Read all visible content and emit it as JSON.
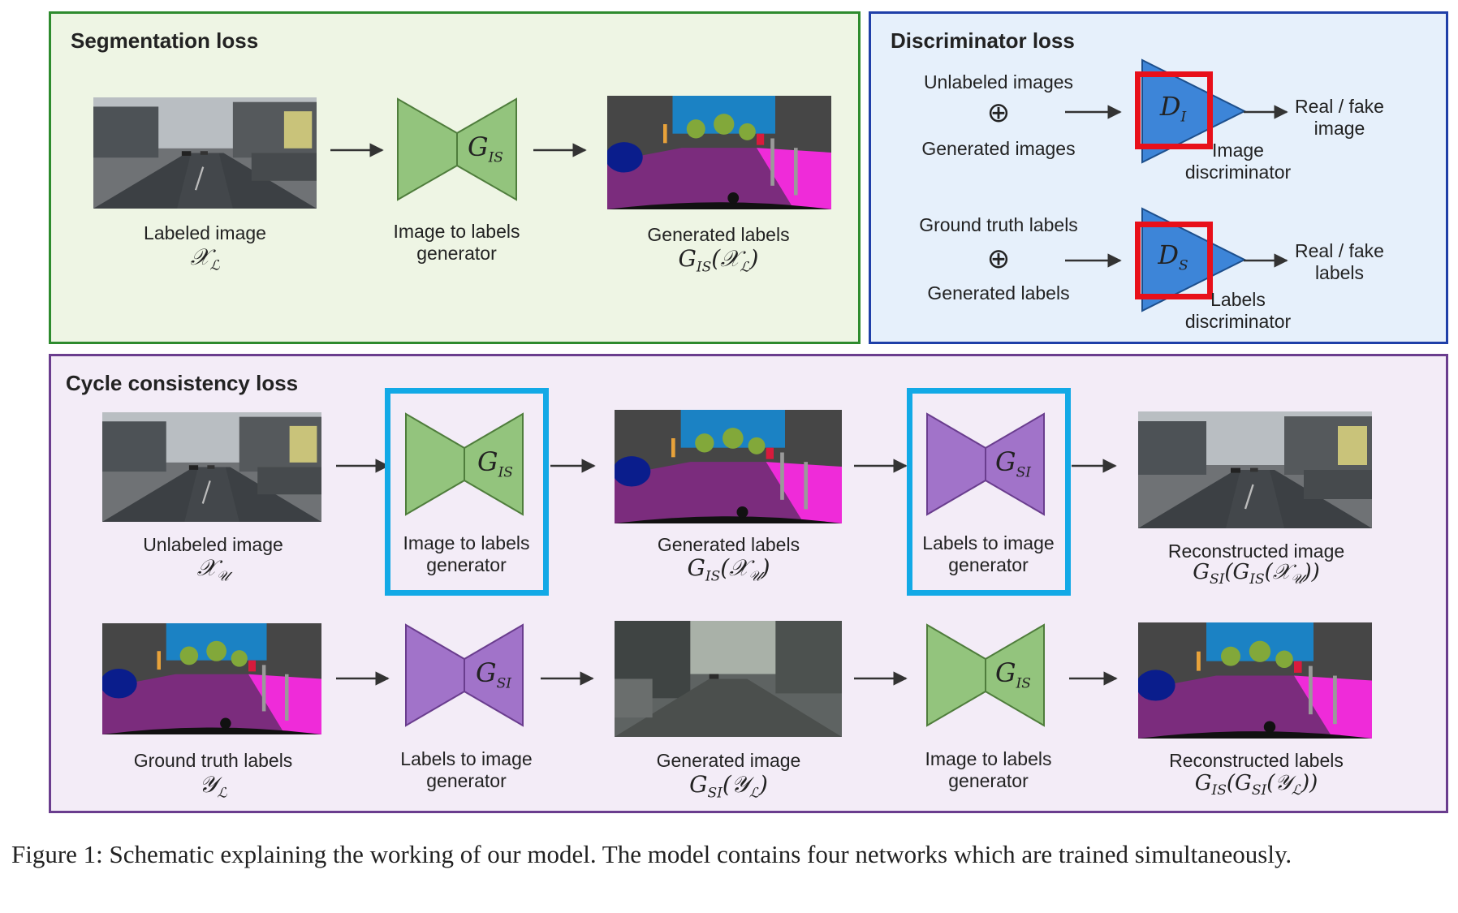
{
  "segmentation": {
    "title": "Segmentation loss",
    "input_label": "Labeled image",
    "input_math": "𝒳",
    "input_math_sub": "ℒ",
    "gen_label": "Image to labels\ngenerator",
    "gen_math": "G",
    "gen_math_sub": "IS",
    "output_label": "Generated labels",
    "output_math": "G",
    "output_math_sub": "IS",
    "output_math_arg": "(𝒳",
    "output_math_arg_sub": "ℒ",
    "output_math_close": ")"
  },
  "discriminator": {
    "title": "Discriminator loss",
    "row1_top": "Unlabeled images",
    "row1_bottom": "Generated images",
    "row1_net": "D",
    "row1_net_sub": "I",
    "row1_net_label": "Image\ndiscriminator",
    "row1_out": "Real / fake\nimage",
    "row2_top": "Ground truth labels",
    "row2_bottom": "Generated labels",
    "row2_net": "D",
    "row2_net_sub": "S",
    "row2_net_label": "Labels\ndiscriminator",
    "row2_out": "Real / fake\nlabels",
    "oplus": "⊕"
  },
  "cycle": {
    "title": "Cycle consistency loss",
    "row1": {
      "input_label": "Unlabeled image",
      "input_math": "𝒳",
      "input_math_sub": "𝒰",
      "gen1_label": "Image to labels\ngenerator",
      "gen1_math": "G",
      "gen1_math_sub": "IS",
      "mid_label": "Generated labels",
      "mid_math": "G",
      "mid_math_sub": "IS",
      "mid_math_arg": "(𝒳",
      "mid_math_arg_sub": "𝒰",
      "mid_math_close": ")",
      "gen2_label": "Labels to image\ngenerator",
      "gen2_math": "G",
      "gen2_math_sub": "SI",
      "out_label": "Reconstructed image",
      "out_math": "G",
      "out_math_sub": "SI",
      "out_math_a": "(G",
      "out_math_a_sub": "IS",
      "out_math_b": "(𝒳",
      "out_math_b_sub": "𝒰",
      "out_math_close": "))"
    },
    "row2": {
      "input_label": "Ground truth labels",
      "input_math": "𝒴",
      "input_math_sub": "ℒ",
      "gen1_label": "Labels to image\ngenerator",
      "gen1_math": "G",
      "gen1_math_sub": "SI",
      "mid_label": "Generated image",
      "mid_math": "G",
      "mid_math_sub": "SI",
      "mid_math_arg": "(𝒴",
      "mid_math_arg_sub": "ℒ",
      "mid_math_close": ")",
      "gen2_label": "Image to labels\ngenerator",
      "gen2_math": "G",
      "gen2_math_sub": "IS",
      "out_label": "Reconstructed labels",
      "out_math": "G",
      "out_math_sub": "IS",
      "out_math_a": "(G",
      "out_math_a_sub": "SI",
      "out_math_b": "(𝒴",
      "out_math_b_sub": "ℒ",
      "out_math_close": "))"
    }
  },
  "caption": "Figure 1: Schematic explaining the working of our model. The model contains four networks which are trained simultaneously.",
  "colors": {
    "seg_border": "#2e8b2e",
    "seg_bg": "#eef5e4",
    "disc_border": "#1f3fa8",
    "disc_bg": "#e6f0fb",
    "cycle_border": "#6a3d8e",
    "cycle_bg": "#f3ecf7",
    "green_gen": "#93c47d",
    "purple_gen": "#a173c9",
    "disc_fill": "#3d85d8",
    "red_highlight": "#e8101a",
    "cyan_highlight": "#12a9e6"
  }
}
